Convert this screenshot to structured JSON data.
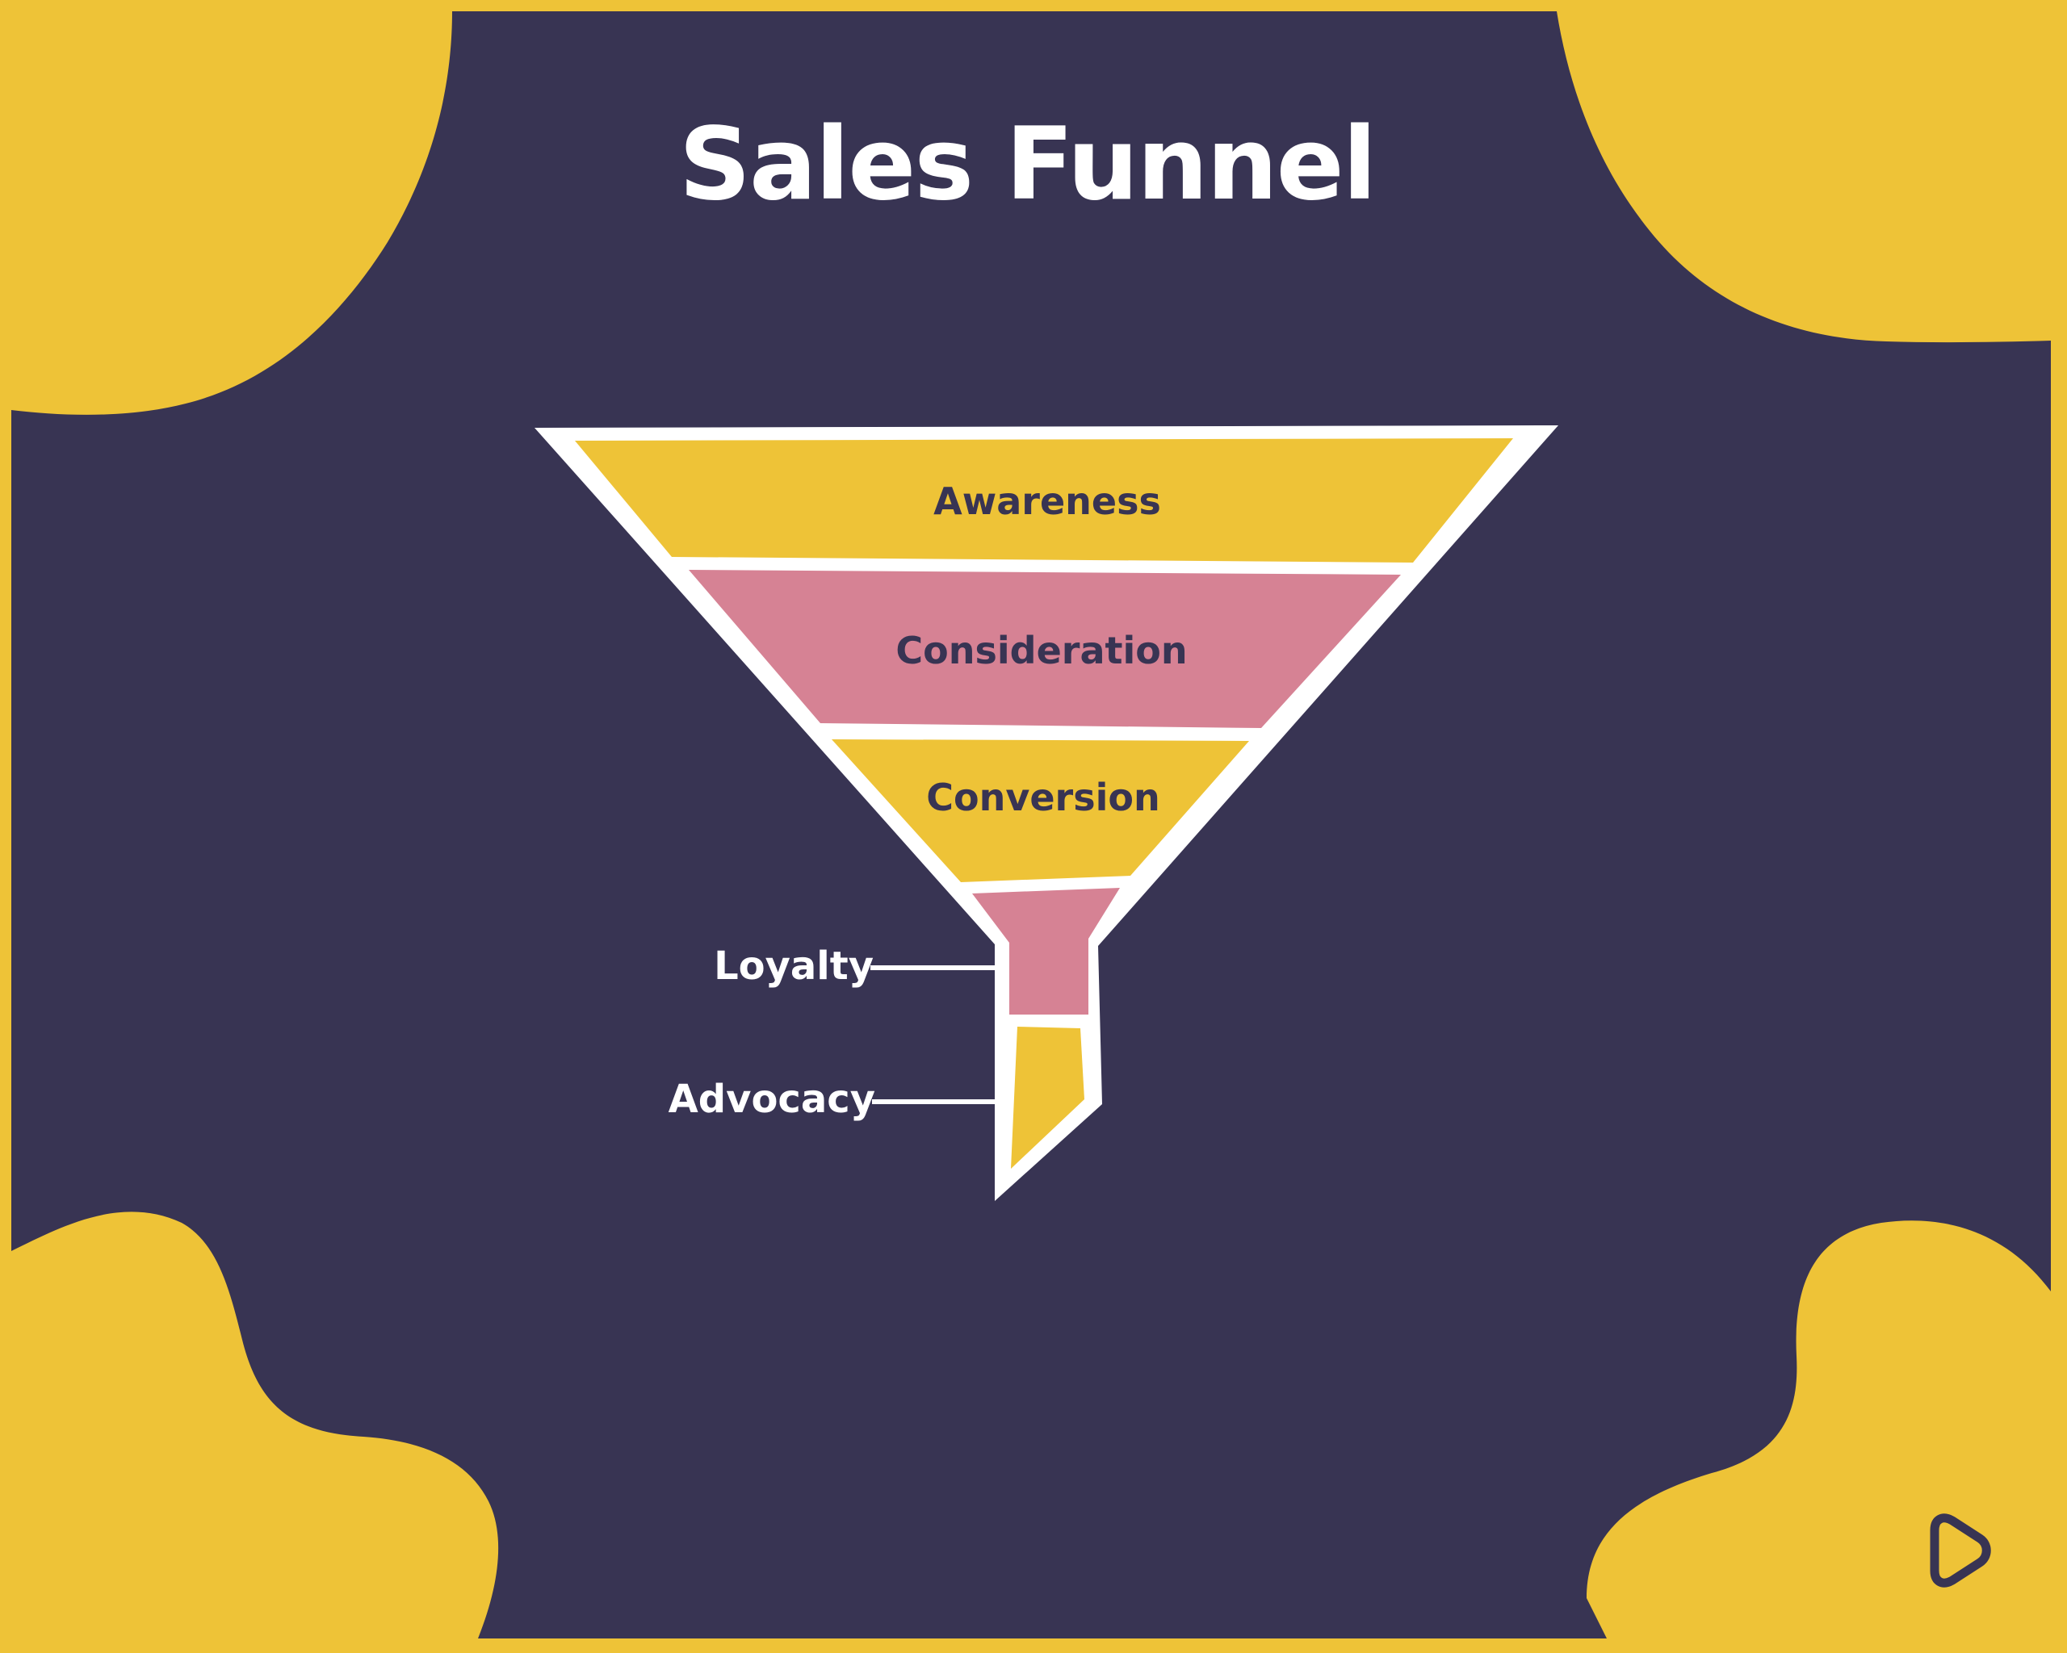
{
  "title": "Sales Funnel",
  "stages": [
    {
      "label": "Awareness",
      "color": "#EEC337"
    },
    {
      "label": "Consideration",
      "color": "#D68294"
    },
    {
      "label": "Conversion",
      "color": "#EEC337"
    },
    {
      "label": "Loyalty",
      "color": "#D68294"
    },
    {
      "label": "Advocacy",
      "color": "#EEC337"
    }
  ],
  "colors": {
    "background": "#383453",
    "accent_yellow": "#EEC337",
    "accent_pink": "#D68294",
    "outline": "#FFFFFF",
    "text_dark": "#383453",
    "text_light": "#FFFFFF"
  },
  "logo": {
    "icon": "play-logo-icon"
  }
}
